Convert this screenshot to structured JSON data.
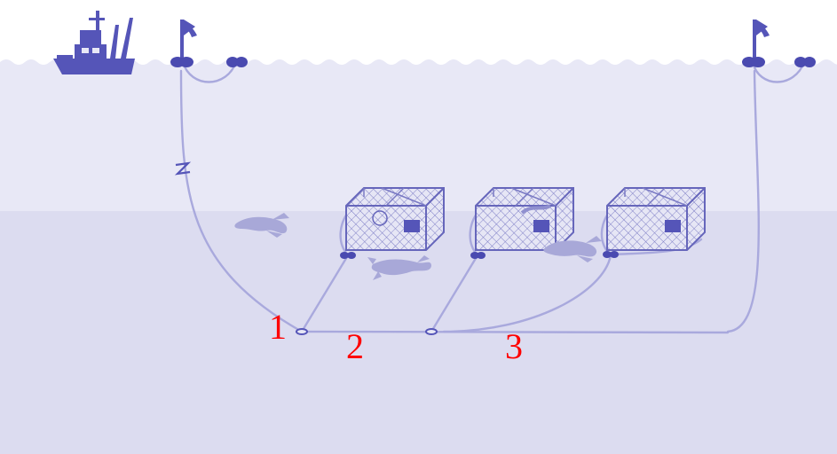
{
  "diagram": {
    "colors": {
      "upper_water": "#e8e8f6",
      "lower_water": "#dcdcf0",
      "line": "#a9a9dd",
      "ink": "#5555b8",
      "buoy": "#4a4ab0",
      "trap_stroke": "#6666bb",
      "trap_fill": "#e4e4f4",
      "lobster": "#a8a8d8",
      "label": "#ff0000"
    },
    "icons": [
      "boat-icon",
      "flag-icon",
      "buoy-icon",
      "trap-icon",
      "lobster-icon"
    ],
    "markers": [
      "1",
      "2",
      "3"
    ]
  }
}
